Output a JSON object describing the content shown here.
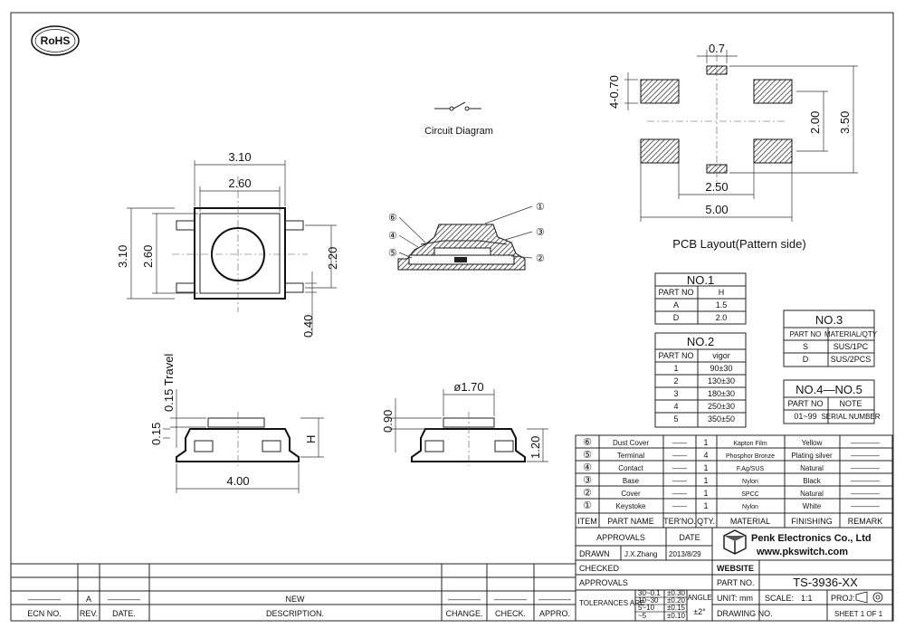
{
  "rohs": {
    "label": "RoHS"
  },
  "circuit": {
    "label": "Circuit Diagram"
  },
  "pcb": {
    "title": "PCB Layout(Pattern side)",
    "dims": {
      "d07": "0.7",
      "d470": "4-0.70",
      "d200": "2.00",
      "d350": "3.50",
      "d250": "2.50",
      "d500": "5.00"
    }
  },
  "top_view": {
    "d310w": "3.10",
    "d260w": "2.60",
    "d310h": "3.10",
    "d260h": "2.60",
    "d220": "2.20",
    "d040": "0.40"
  },
  "side_view": {
    "travel": "0.15 Travel",
    "d015": "0.15",
    "h": "H",
    "d400": "4.00"
  },
  "front_view": {
    "d170": "ø1.70",
    "d090": "0.90",
    "d120": "1.20"
  },
  "section": {
    "callouts": [
      "①",
      "②",
      "③",
      "④",
      "⑤",
      "⑥"
    ]
  },
  "no1": {
    "title": "NO.1",
    "headers": [
      "PART NO",
      "H"
    ],
    "rows": [
      [
        "A",
        "1.5"
      ],
      [
        "D",
        "2.0"
      ]
    ]
  },
  "no2": {
    "title": "NO.2",
    "headers": [
      "PART NO",
      "vigor"
    ],
    "rows": [
      [
        "1",
        "90±30"
      ],
      [
        "2",
        "130±30"
      ],
      [
        "3",
        "180±30"
      ],
      [
        "4",
        "250±30"
      ],
      [
        "5",
        "350±50"
      ]
    ]
  },
  "no3": {
    "title": "NO.3",
    "headers": [
      "PART NO",
      "MATERIAL/QTY"
    ],
    "rows": [
      [
        "S",
        "SUS/1PC"
      ],
      [
        "D",
        "SUS/2PCS"
      ]
    ]
  },
  "no45": {
    "title": "NO.4—NO.5",
    "headers": [
      "PART NO",
      "NOTE"
    ],
    "rows": [
      [
        "01~99",
        "SERIAL NUMBER"
      ]
    ]
  },
  "bom": {
    "rows": [
      {
        "item": "⑥",
        "name": "Dust Cover",
        "ter": "——",
        "qty": "1",
        "material": "Kapton Film",
        "finishing": "Yellow",
        "remark": "————"
      },
      {
        "item": "⑤",
        "name": "Terminal",
        "ter": "——",
        "qty": "4",
        "material": "Phosphor Bronze",
        "finishing": "Plating silver",
        "remark": "————"
      },
      {
        "item": "④",
        "name": "Contact",
        "ter": "——",
        "qty": "1",
        "material": "F.Ag/SUS",
        "finishing": "Natural",
        "remark": "————"
      },
      {
        "item": "③",
        "name": "Base",
        "ter": "——",
        "qty": "1",
        "material": "Nylon",
        "finishing": "Black",
        "remark": "————"
      },
      {
        "item": "②",
        "name": "Cover",
        "ter": "——",
        "qty": "1",
        "material": "SPCC",
        "finishing": "Natural",
        "remark": "————"
      },
      {
        "item": "①",
        "name": "Keystoke",
        "ter": "——",
        "qty": "1",
        "material": "Nylon",
        "finishing": "White",
        "remark": "————"
      }
    ],
    "headers": [
      "ITEM",
      "PART NAME",
      "TER'NO.",
      "QTY.",
      "MATERIAL",
      "FINISHING",
      "REMARK"
    ]
  },
  "title_block": {
    "approvals": "APPROVALS",
    "date": "DATE",
    "drawn": "DRAWN",
    "drawn_by": "J.X.Zhang",
    "drawn_date": "2013/8/29",
    "checked": "CHECKED",
    "approvals2": "APPROVALS",
    "tolerances": "TOLERANCES ARE",
    "tol_rows": [
      [
        "30~0.1",
        "±0.30"
      ],
      [
        "10~30",
        "±0.20"
      ],
      [
        "5~10",
        "±0.15"
      ],
      [
        "~5",
        "±0.10"
      ]
    ],
    "angle": "ANGLE",
    "angle_val": "±2°",
    "company": "Penk Electronics Co., Ltd",
    "website_url": "www.pkswitch.com",
    "website": "WEBSITE",
    "part_no_label": "PART NO.",
    "part_no": "TS-3936-XX",
    "unit": "UNIT: mm",
    "scale": "SCALE:",
    "scale_val": "1:1",
    "proj": "PROJ:",
    "drawing_no": "DRAWING NO.",
    "sheet": "SHEET 1 OF 1"
  },
  "revision": {
    "headers": [
      "ECN NO.",
      "REV.",
      "DATE.",
      "DESCRIPTION.",
      "CHANGE.",
      "CHECK.",
      "APPRO."
    ],
    "row": {
      "ecn": "————",
      "rev": "A",
      "date": "————",
      "desc": "NEW",
      "change": "————",
      "check": "————",
      "appro": "————"
    }
  }
}
